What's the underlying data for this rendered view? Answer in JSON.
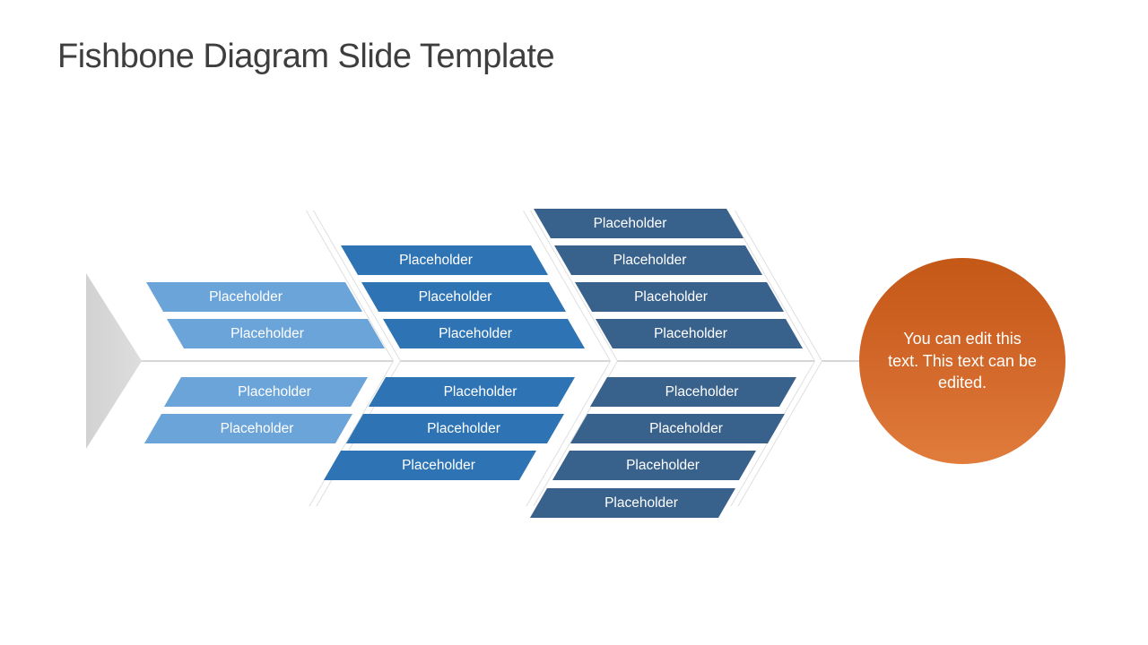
{
  "slide": {
    "title": "Fishbone Diagram Slide Template"
  },
  "palette": {
    "light_blue": "#6BA4D9",
    "medium_blue": "#2E74B5",
    "dark_blue": "#38618C",
    "tail_gray": "#D6D6D6",
    "line_gray": "#DBDBDB",
    "head_orange_top": "#C35817",
    "head_orange_bottom": "#E07C3C",
    "title_color": "#3E3E3E",
    "bar_text_color": "#FFFFFF"
  },
  "diagram": {
    "groups": [
      {
        "name": "left-top",
        "rows": [
          {
            "label": "Placeholder"
          },
          {
            "label": "Placeholder"
          }
        ]
      },
      {
        "name": "left-bottom",
        "rows": [
          {
            "label": "Placeholder"
          },
          {
            "label": "Placeholder"
          }
        ]
      },
      {
        "name": "middle-top",
        "rows": [
          {
            "label": "Placeholder"
          },
          {
            "label": "Placeholder"
          },
          {
            "label": "Placeholder"
          }
        ]
      },
      {
        "name": "middle-bottom",
        "rows": [
          {
            "label": "Placeholder"
          },
          {
            "label": "Placeholder"
          },
          {
            "label": "Placeholder"
          }
        ]
      },
      {
        "name": "right-top",
        "rows": [
          {
            "label": "Placeholder"
          },
          {
            "label": "Placeholder"
          },
          {
            "label": "Placeholder"
          },
          {
            "label": "Placeholder"
          }
        ]
      },
      {
        "name": "right-bottom",
        "rows": [
          {
            "label": "Placeholder"
          },
          {
            "label": "Placeholder"
          },
          {
            "label": "Placeholder"
          },
          {
            "label": "Placeholder"
          }
        ]
      }
    ],
    "head": {
      "text": "You can edit this text. This text can be edited."
    }
  }
}
